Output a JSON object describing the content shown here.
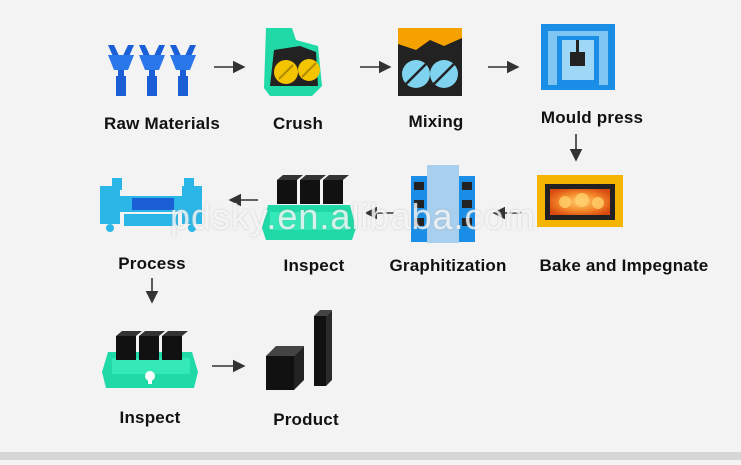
{
  "steps": {
    "raw_materials": "Raw Materials",
    "crush": "Crush",
    "mixing": "Mixing",
    "mould_press": "Mould press",
    "bake_impregnate": "Bake and Impegnate",
    "graphitization": "Graphitization",
    "inspect_1": "Inspect",
    "process": "Process",
    "inspect_2": "Inspect",
    "product": "Product"
  },
  "watermark": "pdsky.en.alibaba.com",
  "colors": {
    "blue": "#1a5fd6",
    "yellow": "#f5c400",
    "teal": "#1fd9a6",
    "cyan": "#2ab7e8",
    "orange": "#f07b1a",
    "arrow": "#333333"
  }
}
